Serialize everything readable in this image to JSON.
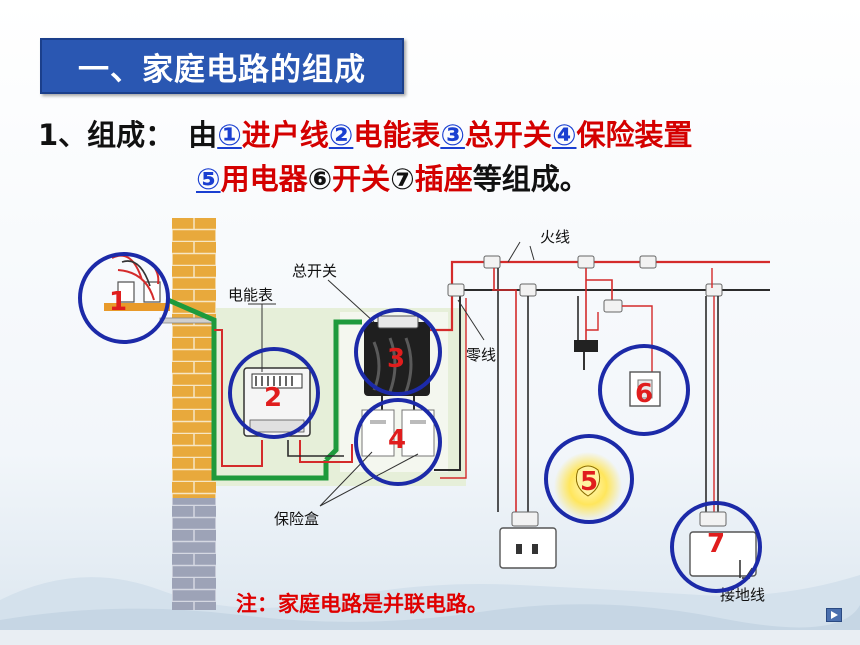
{
  "title": "一、家庭电路的组成",
  "composition": {
    "label": "1、组成：",
    "prefix": "由",
    "n1": "①",
    "t1": "进户线",
    "n2": "②",
    "t2": "电能表",
    "n3": "③",
    "t3": "总开关",
    "n4": "④",
    "t4": "保险装置",
    "n5": "⑤",
    "t5": "用电器",
    "n6": "⑥",
    "t6": "开关",
    "n7": "⑦",
    "t7": "插座",
    "suffix": "等组成。"
  },
  "diagram": {
    "labels": {
      "meter": "电能表",
      "main_switch": "总开关",
      "live_wire": "火线",
      "neutral_wire": "零线",
      "fuse_box": "保险盒",
      "ground_wire": "接地线"
    },
    "markers": [
      "1",
      "2",
      "3",
      "4",
      "5",
      "6",
      "7"
    ],
    "colors": {
      "live": "#d42b2b",
      "neutral": "#2b2b2b",
      "green_wire": "#1e9a3c",
      "circle": "#1c2aa8",
      "marker_text": "#e01d1d",
      "brick": "#e8a93c"
    }
  },
  "note": "注：家庭电路是并联电路。"
}
